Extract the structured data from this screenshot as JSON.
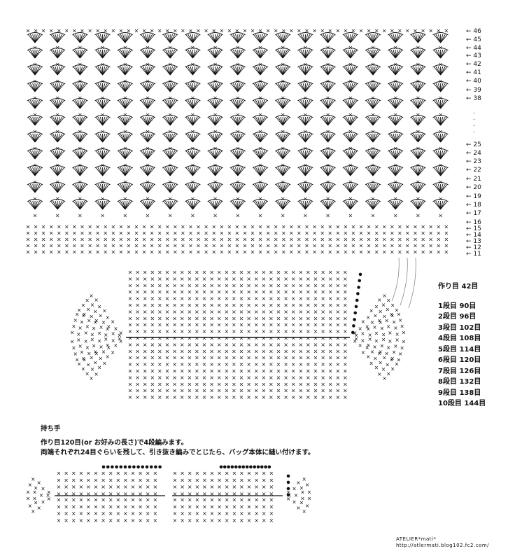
{
  "row_labels": [
    "46",
    "45",
    "44",
    "43",
    "42",
    "41",
    "40",
    "39",
    "38",
    "25",
    "24",
    "23",
    "22",
    "21",
    "20",
    "19",
    "18",
    "17",
    "16",
    "15",
    "14",
    "13",
    "12",
    "11"
  ],
  "row_arrow": "←",
  "row_ellipsis": ".",
  "bottom_panel": {
    "foundation": "作り目 42目",
    "rounds": [
      "1段目 90目",
      "2段目 96目",
      "3段目 102目",
      "4段目 108目",
      "5段目 114目",
      "6段目 120目",
      "7段目 126目",
      "8段目 132目",
      "9段目 138目",
      "10段目 144目"
    ]
  },
  "handle": {
    "title": "持ち手",
    "line1": "作り目120目(or お好みの長さ)で4段編みます。",
    "line2": "両端それぞれ24目ぐらいを残して、引き抜き編みでとじたら、バッグ本体に縫い付けます。"
  },
  "credit": {
    "line1": "ATELIER*mati*",
    "line2": "http://atlermati.blog102.fc2.com/"
  },
  "symbols": {
    "single_crochet": "×",
    "chain": "●"
  },
  "ink_color": "#111111"
}
